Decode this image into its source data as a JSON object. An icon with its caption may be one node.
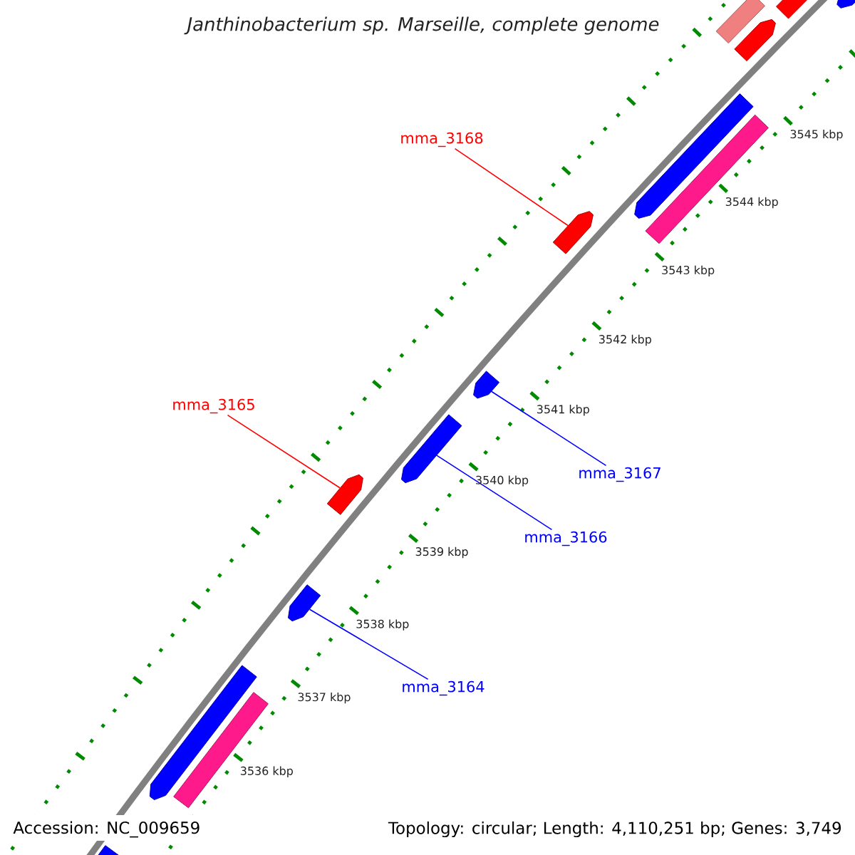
{
  "diagram": {
    "title": "Janthinobacterium sp. Marseille, complete genome",
    "nodes": [
      {
        "text": [
          "mma_3168"
        ]
      },
      {
        "text": [
          "mma_3165"
        ]
      },
      {
        "text": [
          "mma_3167"
        ]
      },
      {
        "text": [
          "mma_3166"
        ]
      },
      {
        "text": [
          "mma_3164"
        ]
      },
      {
        "text": [],
        "shape": "arrow"
      },
      {
        "text": [],
        "shape": "arrow"
      },
      {
        "text": [],
        "shape": "bar"
      },
      {
        "text": [],
        "shape": "arrow"
      },
      {
        "text": [],
        "shape": "arrow"
      },
      {
        "text": [],
        "shape": "bar"
      },
      {
        "text": [],
        "shape": "arrow"
      },
      {
        "text": [],
        "shape": "arrow"
      },
      {
        "text": [],
        "shape": "arrow"
      },
      {
        "text": [],
        "shape": "arrow"
      },
      {
        "text": [],
        "shape": "arrow"
      },
      {
        "text": [],
        "shape": "arrow"
      },
      {
        "text": [],
        "shape": "bar"
      },
      {
        "text": [],
        "shape": "bar"
      }
    ],
    "edges": [
      {
        "from": 0,
        "to": 11,
        "arrow": "none",
        "color": "#ff0000"
      },
      {
        "from": 1,
        "to": 14,
        "arrow": "none",
        "color": "#ff0000"
      },
      {
        "from": 2,
        "to": 12,
        "arrow": "none"
      },
      {
        "from": 3,
        "to": 13,
        "arrow": "none"
      },
      {
        "from": 4,
        "to": 15,
        "arrow": "none"
      }
    ],
    "labels": [
      "3545 kbp",
      "3544 kbp",
      "3543 kbp",
      "3542 kbp",
      "3541 kbp",
      "3540 kbp",
      "3539 kbp",
      "3538 kbp",
      "3537 kbp",
      "3536 kbp",
      "Accession: NC_009659",
      "Topology: circular; Length: 4,110,251 bp; Genes: 3,749"
    ]
  }
}
